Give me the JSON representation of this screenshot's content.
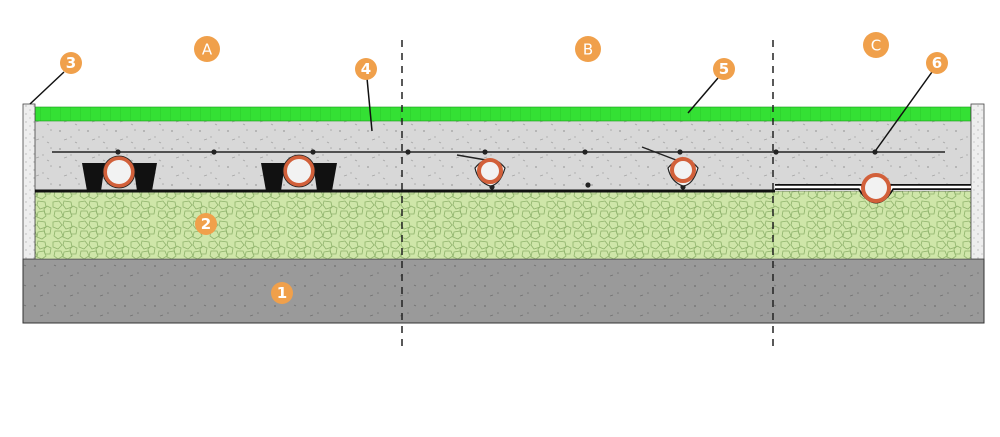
{
  "zones": [
    {
      "label": "A"
    },
    {
      "label": "B"
    },
    {
      "label": "C"
    }
  ],
  "markers": [
    {
      "label": "1"
    },
    {
      "label": "2"
    },
    {
      "label": "3"
    },
    {
      "label": "4"
    },
    {
      "label": "5"
    },
    {
      "label": "6"
    }
  ],
  "colors": {
    "marker": "#f0a04b",
    "turf": "#33e033",
    "concrete": "#d9d9d9",
    "gravel": "#cfe6a8",
    "base": "#9a9a9a",
    "pipe": "#d2603a",
    "outline": "#222222"
  }
}
